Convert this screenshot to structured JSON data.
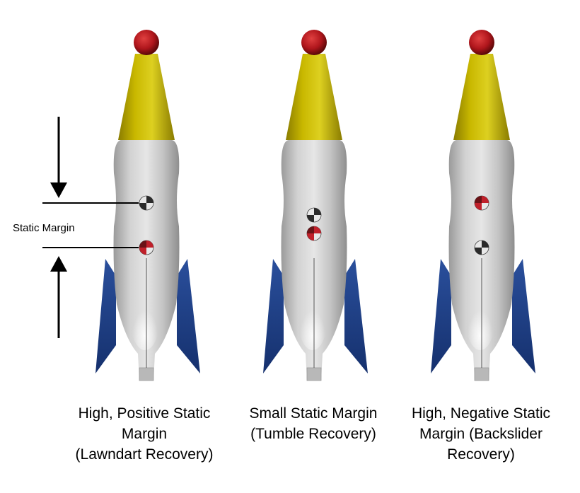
{
  "annotation": {
    "static_margin_label": "Static Margin"
  },
  "rockets": [
    {
      "caption_lines": [
        "High, Positive Static",
        "Margin",
        "(Lawndart Recovery)"
      ]
    },
    {
      "caption_lines": [
        "Small Static Margin",
        "(Tumble Recovery)"
      ]
    },
    {
      "caption_lines": [
        "High, Negative Static",
        "Margin (Backslider",
        "Recovery)"
      ]
    }
  ],
  "colors": {
    "nose_tip": "#b0161c",
    "nose_cone": "#c9b800",
    "body": "#c8c8c8",
    "fins": "#1e3f86",
    "marker_dark": "#2a2a2a",
    "marker_red": "#c0202a",
    "annotation": "#000000"
  }
}
